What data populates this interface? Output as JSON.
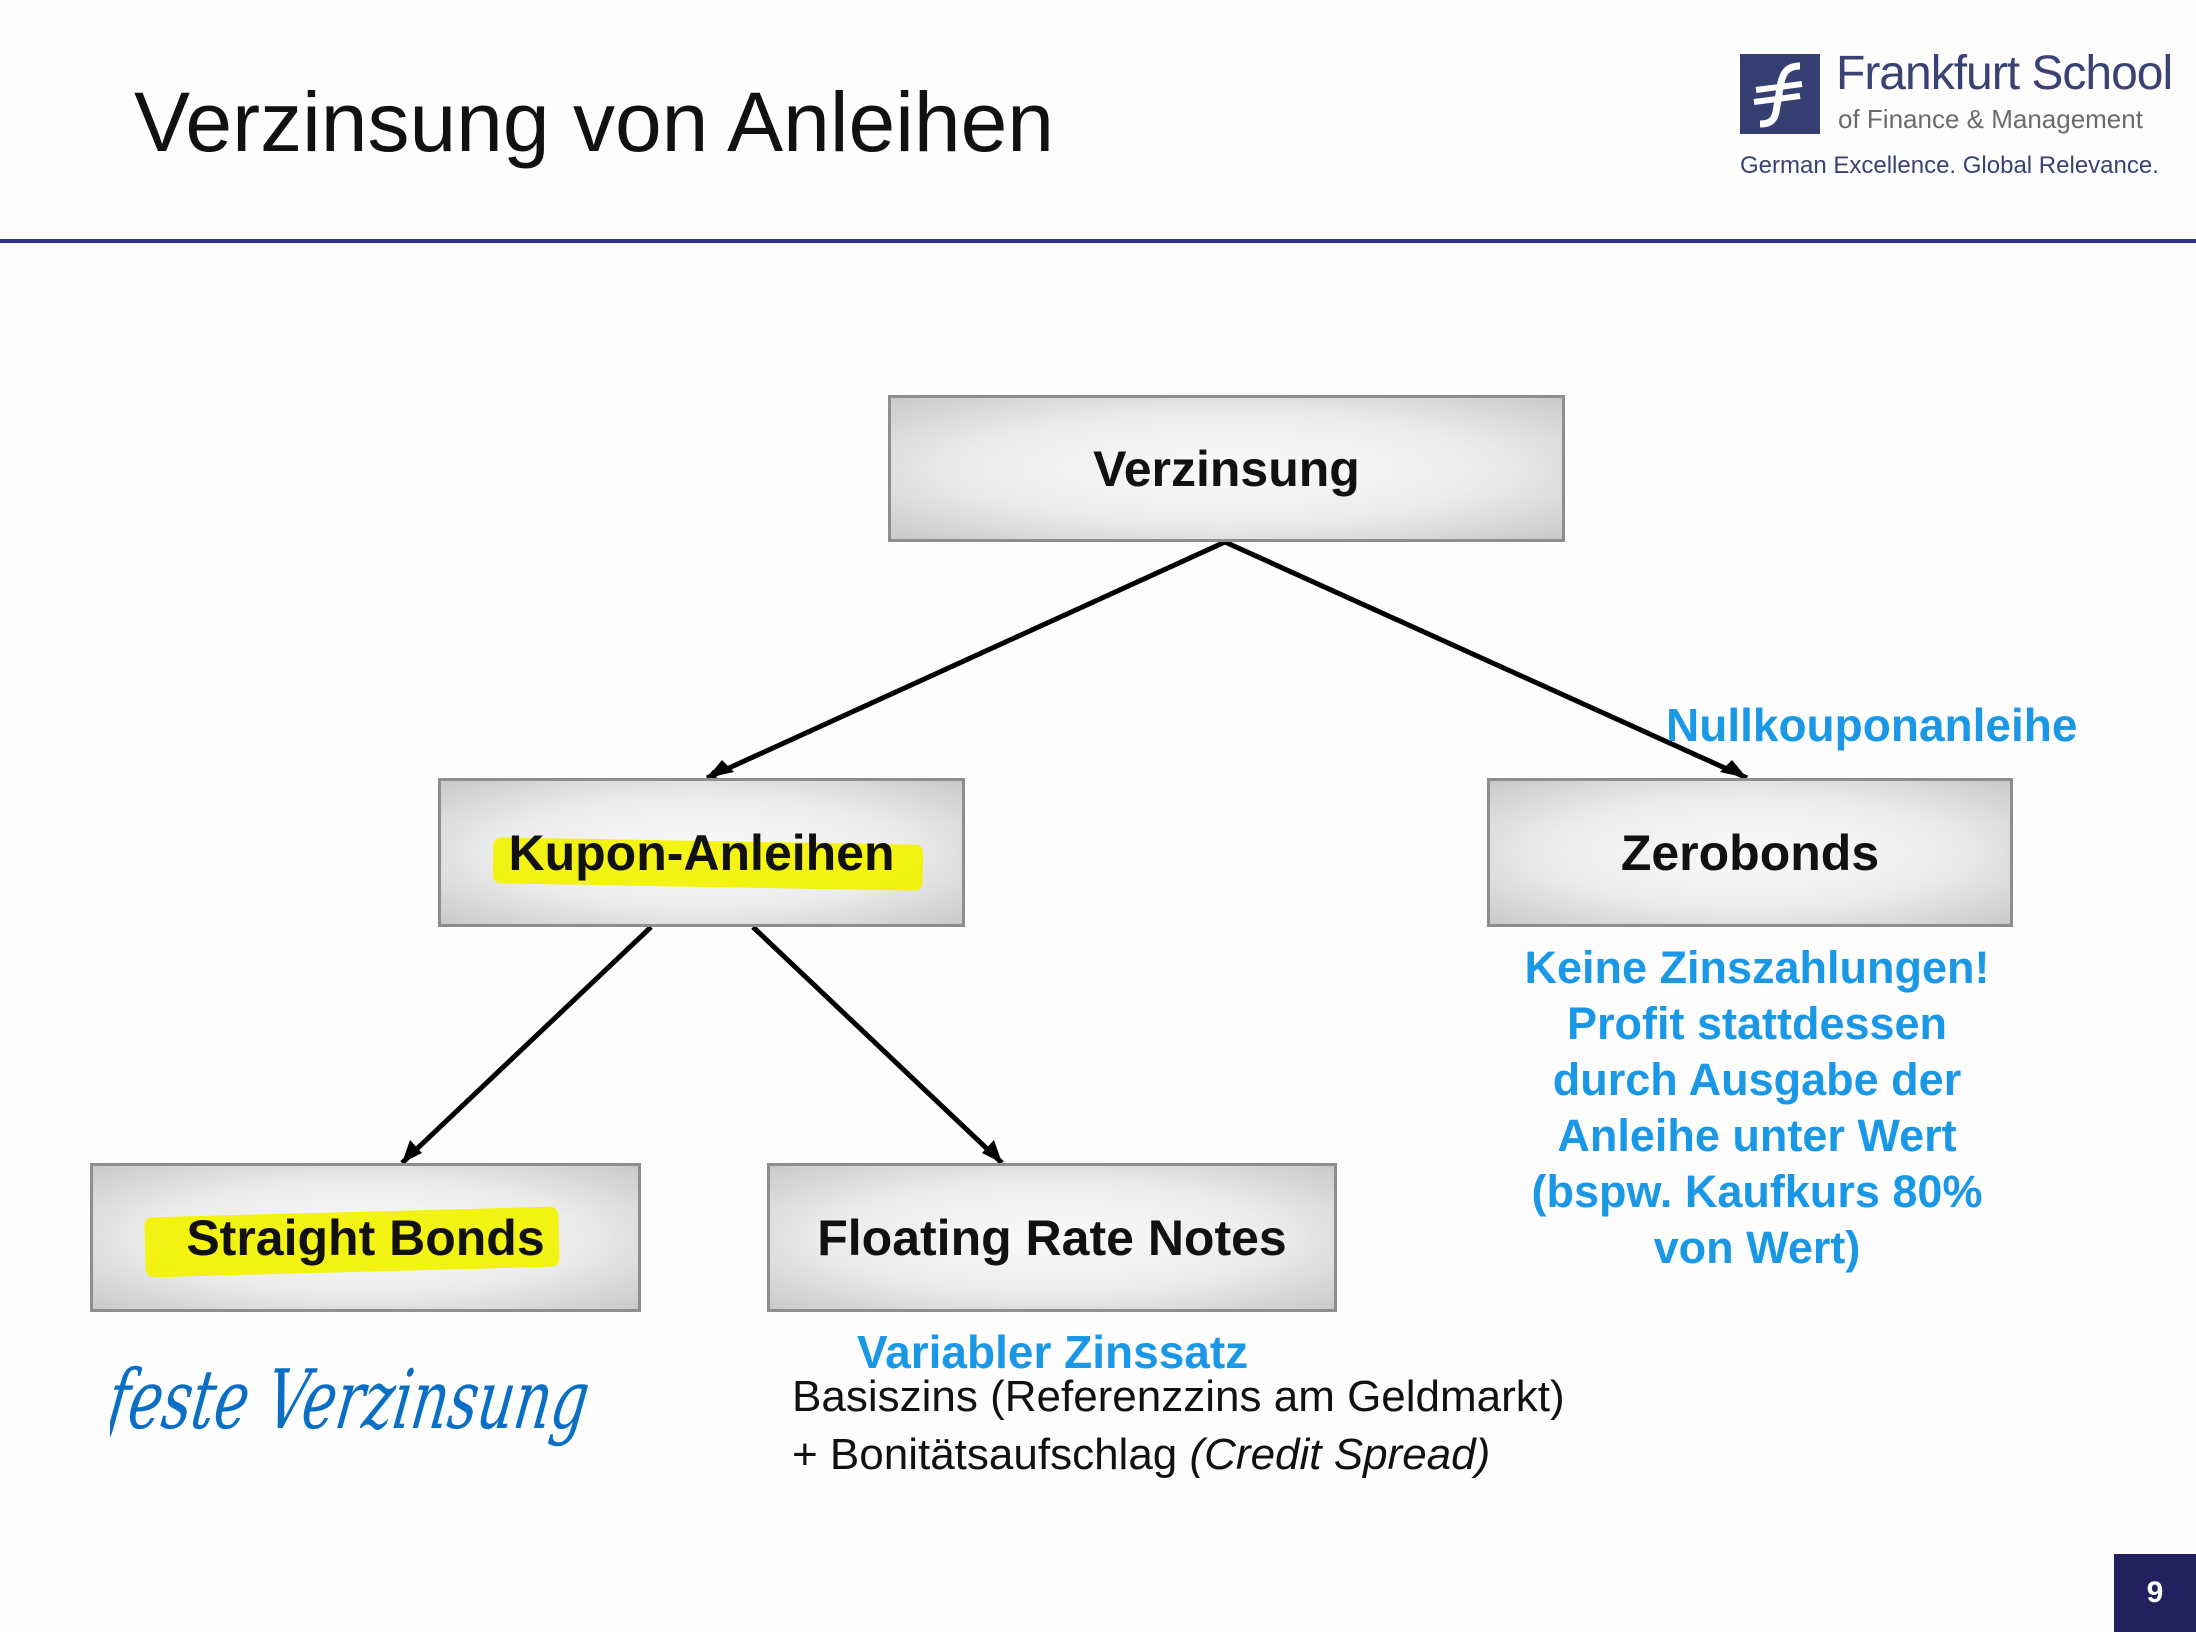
{
  "slide": {
    "title": "Verzinsung von Anleihen",
    "page_number": "9"
  },
  "logo": {
    "name": "Frankfurt School",
    "subtitle": "of Finance & Management",
    "tagline": "German Excellence. Global Relevance."
  },
  "diagram": {
    "root": "Verzinsung",
    "coupon": "Kupon-Anleihen",
    "zero": "Zerobonds",
    "straight": "Straight Bonds",
    "floating": "Floating Rate Notes"
  },
  "annotations": {
    "zero_label": "Nullkouponanleihe",
    "zero_note": [
      "Keine Zinszahlungen!",
      "Profit stattdessen",
      "durch Ausgabe der",
      "Anleihe unter Wert",
      "(bspw. Kaufkurs 80%",
      "von Wert)"
    ],
    "floating_label": "Variabler Zinssatz",
    "floating_line1": "Basiszins (Referenzzins am Geldmarkt)",
    "floating_line2_prefix": "+ Bonitätsaufschlag ",
    "floating_line2_italic": "(Credit Spread)",
    "handwritten": "feste Verzinsung"
  },
  "colors": {
    "accent_blue": "#1a98e6",
    "rule": "#2e3192",
    "highlight": "#f2f200",
    "page_box": "#23205e"
  }
}
